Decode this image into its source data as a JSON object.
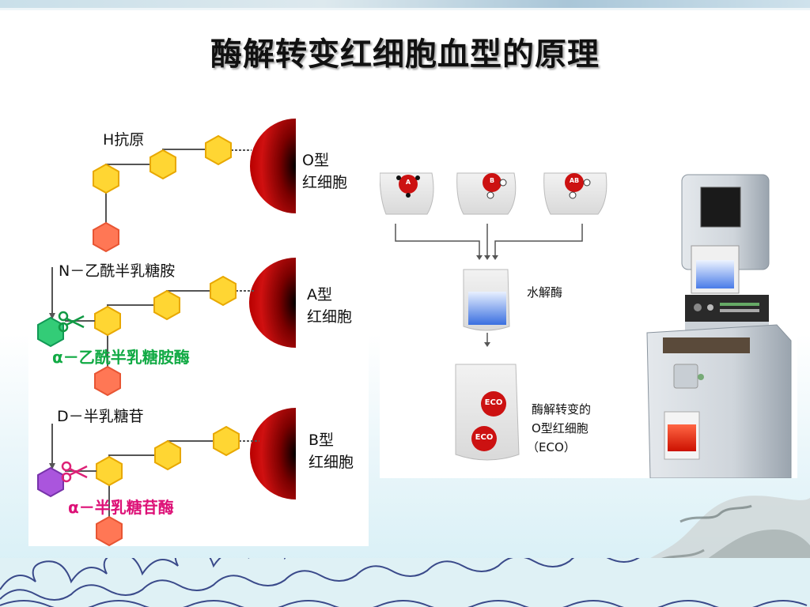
{
  "slide": {
    "title": "酶解转变红细胞血型的原理"
  },
  "left_diagram": {
    "h_antigen": "H抗原",
    "o_cell_type": "O型",
    "o_cell_name": "红细胞",
    "gal_nac": "N－乙酰半乳糖胺",
    "a_cell_type": "A型",
    "a_cell_name": "红细胞",
    "a_enzyme": "α－乙酰半乳糖胺酶",
    "d_gal": "D－半乳糖苷",
    "b_cell_type": "B型",
    "b_cell_name": "红细胞",
    "b_enzyme": "α－半乳糖苷酶"
  },
  "right_diagram": {
    "bag_a": "A",
    "bag_b": "B",
    "bag_ab": "AB",
    "hydrolase": "水解酶",
    "eco_1": "ECO",
    "eco_2": "ECO",
    "eco_line1": "酶解转变的",
    "eco_line2": "O型红细胞",
    "eco_line3": "（ECO）"
  },
  "colors": {
    "sugar_yellow": "#ffd633",
    "fucose_red": "#ff6644",
    "galnac_green": "#22bb66",
    "gal_purple": "#aa55dd",
    "cell_red": "#cc1111",
    "enzyme_a_text": "#11aa44",
    "enzyme_b_text": "#dd1177",
    "scissors_green": "#119944",
    "scissors_pink": "#dd2277"
  }
}
